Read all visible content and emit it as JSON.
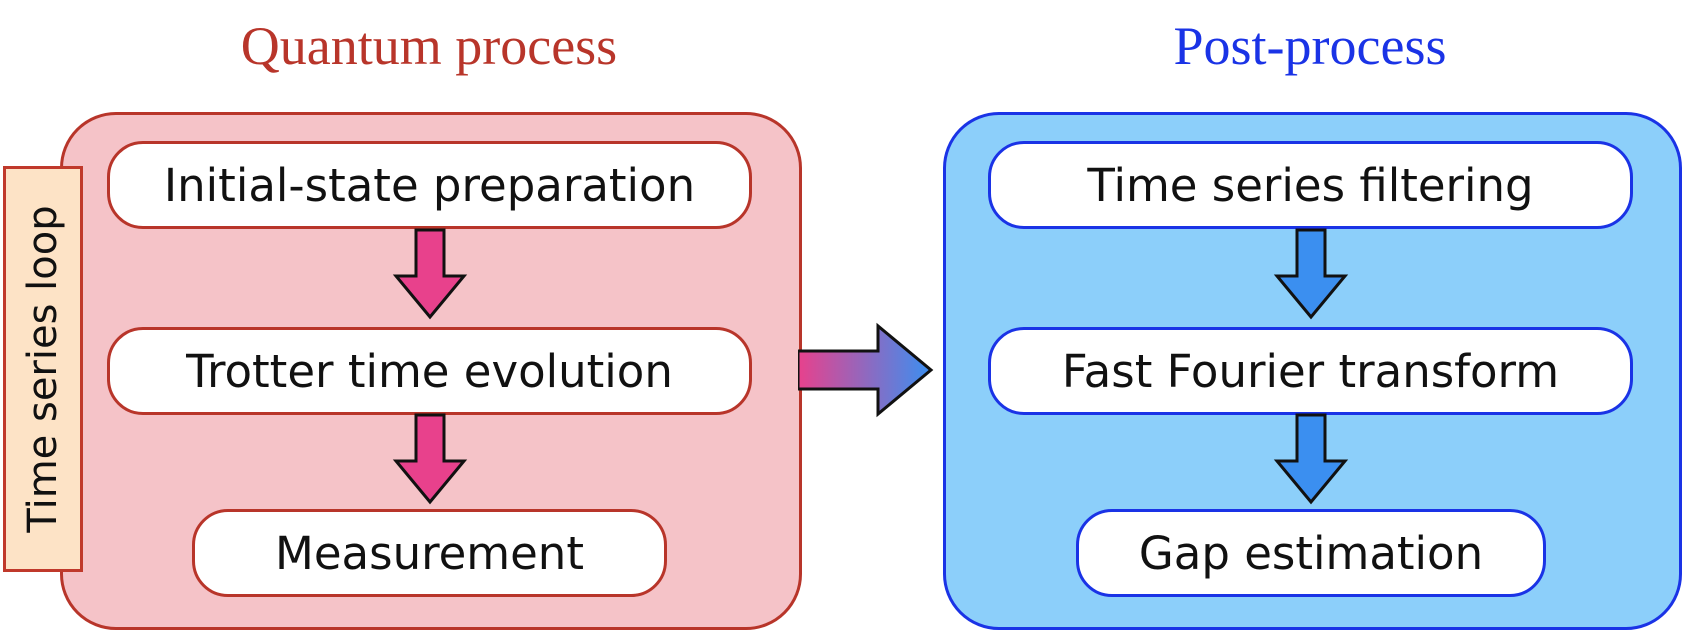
{
  "colors": {
    "quantum_text": "#b8352a",
    "quantum_border": "#b8352a",
    "quantum_fill": "#f5c3c8",
    "post_text": "#1a33e6",
    "post_border": "#1a33e6",
    "post_fill": "#8ccffa",
    "loop_fill": "#fde3c6",
    "loop_border": "#c0392b",
    "quantum_arrow": "#e8418c",
    "post_arrow": "#3b8ff0",
    "arrow_outline": "#111111"
  },
  "quantum": {
    "title": "Quantum process",
    "loop_label": "Time series loop",
    "steps": [
      "Initial-state preparation",
      "Trotter time evolution",
      "Measurement"
    ]
  },
  "post": {
    "title": "Post-process",
    "steps": [
      "Time series filtering",
      "Fast Fourier transform",
      "Gap estimation"
    ]
  },
  "icons": {
    "down_arrow": "down-arrow-icon",
    "right_arrow": "right-arrow-icon"
  }
}
